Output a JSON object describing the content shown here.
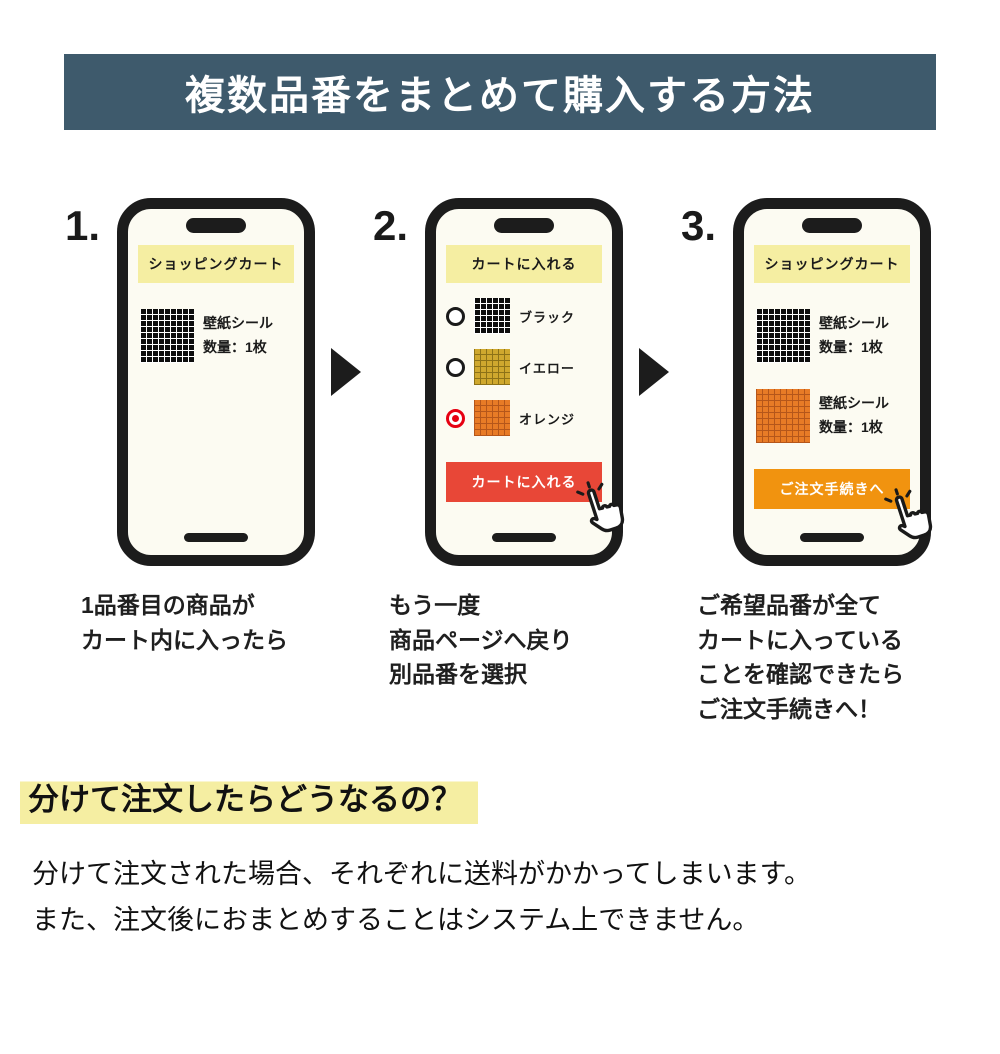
{
  "header": {
    "title": "複数品番をまとめて購入する方法"
  },
  "steps": [
    {
      "number": "1.",
      "banner": "ショッピングカート",
      "items": [
        {
          "swatch": "black",
          "label": "壁紙シール\n数量：1枚"
        }
      ],
      "caption": "1品番目の商品が\nカート内に入ったら"
    },
    {
      "number": "2.",
      "banner": "カートに入れる",
      "options": [
        {
          "swatch": "black",
          "label": "ブラック",
          "selected": false
        },
        {
          "swatch": "yellow",
          "label": "イエロー",
          "selected": false
        },
        {
          "swatch": "orange",
          "label": "オレンジ",
          "selected": true
        }
      ],
      "button": "カートに入れる",
      "caption": "もう一度\n商品ページへ戻り\n別品番を選択"
    },
    {
      "number": "3.",
      "banner": "ショッピングカート",
      "items": [
        {
          "swatch": "black",
          "label": "壁紙シール\n数量：1枚"
        },
        {
          "swatch": "orange",
          "label": "壁紙シール\n数量：1枚"
        }
      ],
      "button": "ご注文手続きへ",
      "caption": "ご希望品番が全て\nカートに入っている\nことを確認できたら\nご注文手続きへ！"
    }
  ],
  "footer": {
    "heading": "分けて注文したらどうなるの？",
    "body": "分けて注文された場合、それぞれに送料がかかってしまいます。\nまた、注文後におまとめすることはシステム上できません。"
  },
  "colors": {
    "header_bg": "#3e5a6c",
    "phone_banner_bg": "#f5eea2",
    "add_to_cart_button_bg": "#e84737",
    "checkout_button_bg": "#f1930f",
    "selected_radio": "#e60012",
    "highlight": "#f5eea2",
    "swatch_black": "#0d0d0d",
    "swatch_yellow": "#cfa82e",
    "swatch_orange": "#e87b26"
  }
}
